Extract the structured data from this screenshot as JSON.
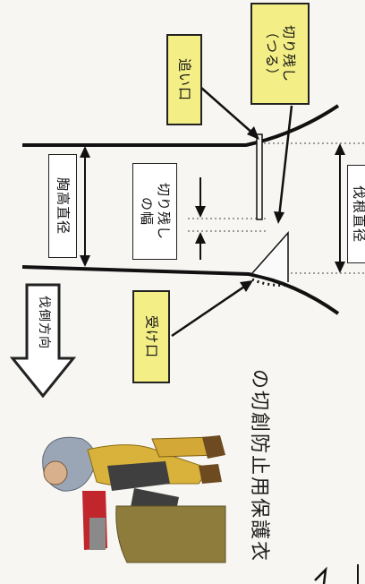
{
  "labels": {
    "oikuchi": "追い口",
    "kirinokoshi_tsuru": "切り残し\n（つる）",
    "kirinokoshi_haba": "切り残し\nの幅",
    "kyoukou_chokkei": "胸高直径",
    "batsukon_chokkei": "伐根直径",
    "ukekuchi": "受け口",
    "battou_houkou": "伐倒方向"
  },
  "caption": "の切創防止用保護衣",
  "colors": {
    "label_yellow": "#f3ee86",
    "label_white": "#ffffff",
    "line": "#111111",
    "arrow_outline": "#222222"
  }
}
